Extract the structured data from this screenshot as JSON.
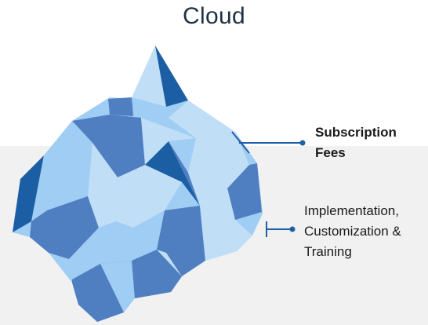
{
  "title": "Cloud",
  "labels": {
    "above_water": [
      "Subscription",
      "Fees"
    ],
    "below_water": [
      "Implementation,",
      "Customization &",
      "Training"
    ]
  },
  "colors": {
    "water": "#f1f1f1",
    "connector": "#1f5fa6",
    "ice_dark": "#1c5ea4",
    "ice_mid": "#4f7fc0",
    "ice_light": "#8ac4f3",
    "ice_pale": "#c1def7"
  }
}
